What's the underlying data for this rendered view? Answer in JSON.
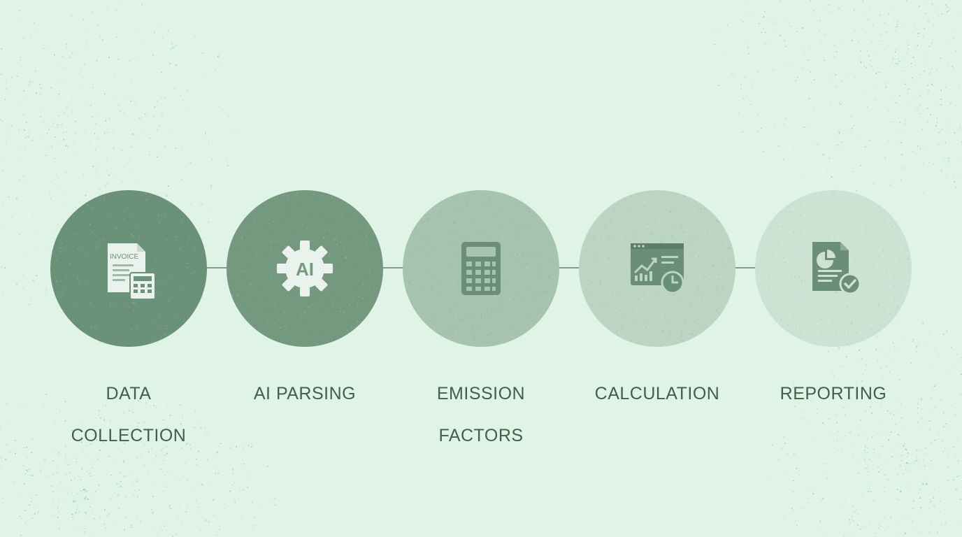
{
  "colors": {
    "background": "#e0f3e7",
    "connector": "#7f9f8a",
    "label": "#3f6149",
    "icon": "#e9f2ec"
  },
  "steps": [
    {
      "id": "data-collection",
      "label_lines": [
        "DATA",
        "COLLECTION"
      ],
      "icon": "invoice-calculator-icon",
      "icon_text": "INVOICE",
      "fill": "#6a9278"
    },
    {
      "id": "ai-parsing",
      "label_lines": [
        "AI PARSING"
      ],
      "icon": "ai-gear-icon",
      "icon_text": "AI",
      "fill": "#75997f"
    },
    {
      "id": "emission-factors",
      "label_lines": [
        "EMISSION",
        "FACTORS"
      ],
      "icon": "calculator-icon",
      "fill": "#a6c3ae"
    },
    {
      "id": "calculation",
      "label_lines": [
        "CALCULATION"
      ],
      "icon": "dashboard-chart-icon",
      "fill": "#bcd5c3"
    },
    {
      "id": "reporting",
      "label_lines": [
        "REPORTING"
      ],
      "icon": "report-check-icon",
      "fill": "#cce2d3"
    }
  ]
}
